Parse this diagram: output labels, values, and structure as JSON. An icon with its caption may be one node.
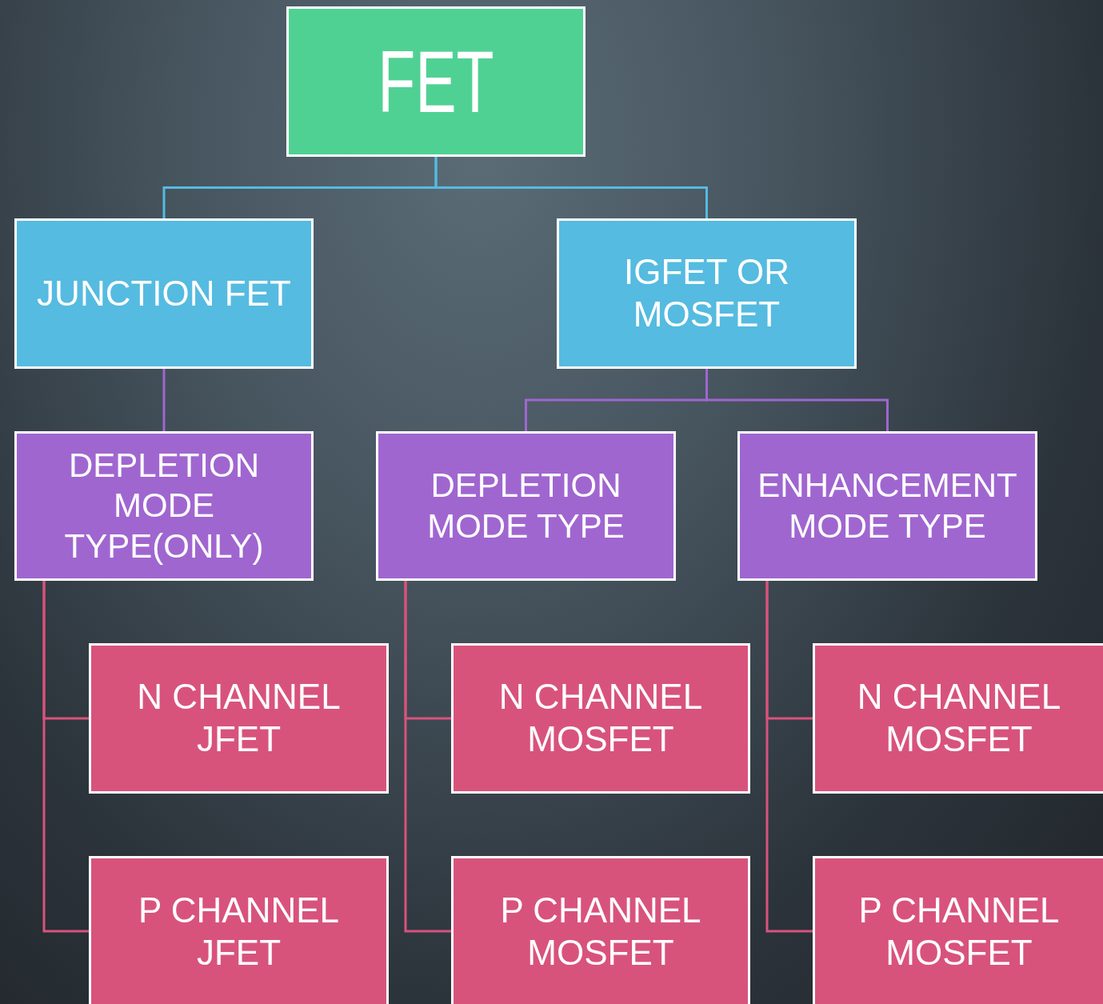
{
  "diagram": {
    "nodes": [
      {
        "text": [
          "FET"
        ]
      },
      {
        "text": [
          "JUNCTION FET"
        ]
      },
      {
        "text": [
          "IGFET OR MOSFET"
        ]
      },
      {
        "text": [
          "DEPLETION MODE TYPE(ONLY)"
        ]
      },
      {
        "text": [
          "DEPLETION MODE TYPE"
        ]
      },
      {
        "text": [
          "ENHANCEMENT MODE TYPE"
        ]
      },
      {
        "text": [
          "N CHANNEL JFET"
        ]
      },
      {
        "text": [
          "P CHANNEL JFET"
        ]
      },
      {
        "text": [
          "N CHANNEL MOSFET"
        ]
      },
      {
        "text": [
          "P CHANNEL MOSFET"
        ]
      },
      {
        "text": [
          "N CHANNEL MOSFET"
        ]
      },
      {
        "text": [
          "P CHANNEL MOSFET"
        ]
      }
    ],
    "edges": [
      {
        "from": 0,
        "to": 1,
        "arrow": "none",
        "color": "#55bbe0"
      },
      {
        "from": 0,
        "to": 2,
        "arrow": "none",
        "color": "#55bbe0"
      },
      {
        "from": 1,
        "to": 3,
        "arrow": "none",
        "color": "#a066d0"
      },
      {
        "from": 2,
        "to": 4,
        "arrow": "none",
        "color": "#a066d0"
      },
      {
        "from": 2,
        "to": 5,
        "arrow": "none",
        "color": "#a066d0"
      },
      {
        "from": 3,
        "to": 6,
        "arrow": "none"
      },
      {
        "from": 3,
        "to": 7,
        "arrow": "none"
      },
      {
        "from": 4,
        "to": 8,
        "arrow": "none"
      },
      {
        "from": 4,
        "to": 9,
        "arrow": "none"
      },
      {
        "from": 5,
        "to": 10,
        "arrow": "none"
      },
      {
        "from": 5,
        "to": 11,
        "arrow": "none"
      }
    ]
  }
}
